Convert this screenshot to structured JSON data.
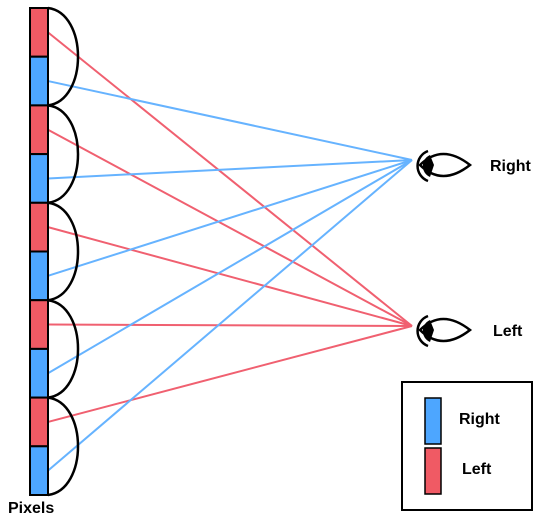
{
  "labels": {
    "pixels": "Pixels",
    "right_eye": "Right",
    "left_eye": "Left"
  },
  "legend": {
    "right": "Right",
    "left": "Left"
  },
  "colors": {
    "right": "#4da6ff",
    "left": "#f05a64",
    "stroke": "#000000",
    "right_line": "#66b3ff",
    "left_line": "#f06070"
  },
  "pixel_sequence": [
    "left",
    "right",
    "left",
    "right",
    "left",
    "right",
    "left",
    "right",
    "left",
    "right"
  ],
  "lens_count": 5,
  "icons": [
    "eye-icon-right",
    "eye-icon-left"
  ]
}
